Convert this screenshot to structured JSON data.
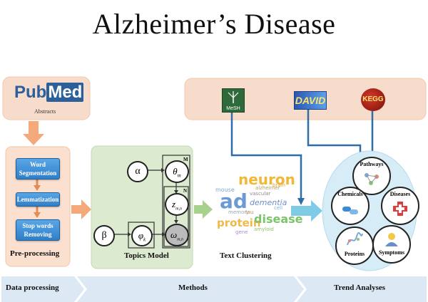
{
  "title": "Alzheimer’s Disease",
  "sources": {
    "pubmed": {
      "logo_left": "Pub",
      "logo_right": "Med",
      "caption": "Abstracts"
    },
    "mesh": {
      "label": "MeSH"
    },
    "david": {
      "label": "DAVID"
    },
    "kegg": {
      "label": "KEGG"
    }
  },
  "preprocessing": {
    "steps": [
      {
        "line1": "Word",
        "line2": "Segmentation"
      },
      {
        "line1": "Lemmatization",
        "line2": ""
      },
      {
        "line1": "Stop words",
        "line2": "Removing"
      }
    ],
    "label": "Pre-processing"
  },
  "topics_model": {
    "label": "Topics Model",
    "alpha": "α",
    "beta": "β",
    "theta": "θ",
    "theta_sub": "m",
    "z": "z",
    "z_sub": "m,n",
    "w": "ω",
    "w_sub": "m,n",
    "phi": "φ",
    "phi_sub": "k",
    "plate_m": "M",
    "plate_n": "N"
  },
  "text_clustering": {
    "label": "Text Clustering",
    "words": [
      "ad",
      "neuron",
      "mouse",
      "protein",
      "disease",
      "dementia",
      "vascular",
      "alzheimer",
      "amyloid",
      "brain",
      "tau",
      "memory",
      "cell",
      "gene"
    ]
  },
  "trend": {
    "nodes": [
      "Pathways",
      "Diseases",
      "Symptoms",
      "Proteins",
      "Chemicals"
    ]
  },
  "bottom_bar": {
    "data_processing": "Data processing",
    "methods": "Methods",
    "trend_analyses": "Trend Analyses"
  },
  "colors": {
    "source_band": "#f8dccb",
    "orange_arrow": "#f3a97a",
    "blue_step": "#3a8ad4",
    "topic_box": "#dcead0",
    "connector": "#2e6da8",
    "trend_fill": "#d6ecf7",
    "bottom_band": "#dce9f5"
  }
}
